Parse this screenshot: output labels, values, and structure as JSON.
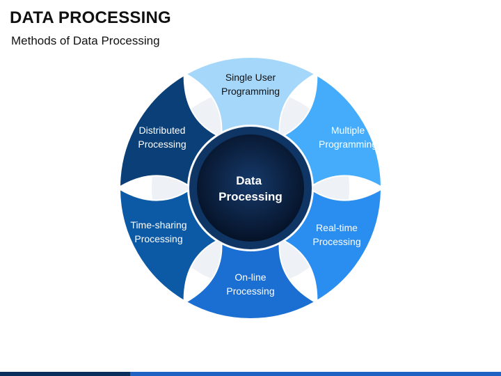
{
  "header": {
    "title": "DATA PROCESSING",
    "subtitle": "Methods of Data Processing"
  },
  "diagram": {
    "center": {
      "lines": [
        "Data",
        "Processing"
      ],
      "fill": "#061a35",
      "ring": "#0f3565",
      "text_color": "#ffffff"
    },
    "segments": [
      {
        "lines": [
          "Single User",
          "Programming"
        ],
        "fill": "#a5d7fb",
        "text_color": "#111111"
      },
      {
        "lines": [
          "Multiple",
          "Programming"
        ],
        "fill": "#44acfb",
        "text_color": "#ffffff"
      },
      {
        "lines": [
          "Real-time",
          "Processing"
        ],
        "fill": "#2a8ef0",
        "text_color": "#ffffff"
      },
      {
        "lines": [
          "On-line",
          "Processing"
        ],
        "fill": "#1b6fd2",
        "text_color": "#ffffff"
      },
      {
        "lines": [
          "Time-sharing",
          "Processing"
        ],
        "fill": "#0c5aa5",
        "text_color": "#ffffff"
      },
      {
        "lines": [
          "Distributed",
          "Processing"
        ],
        "fill": "#0a3f77",
        "text_color": "#ffffff"
      }
    ],
    "backdrop": "#eef1f5"
  }
}
